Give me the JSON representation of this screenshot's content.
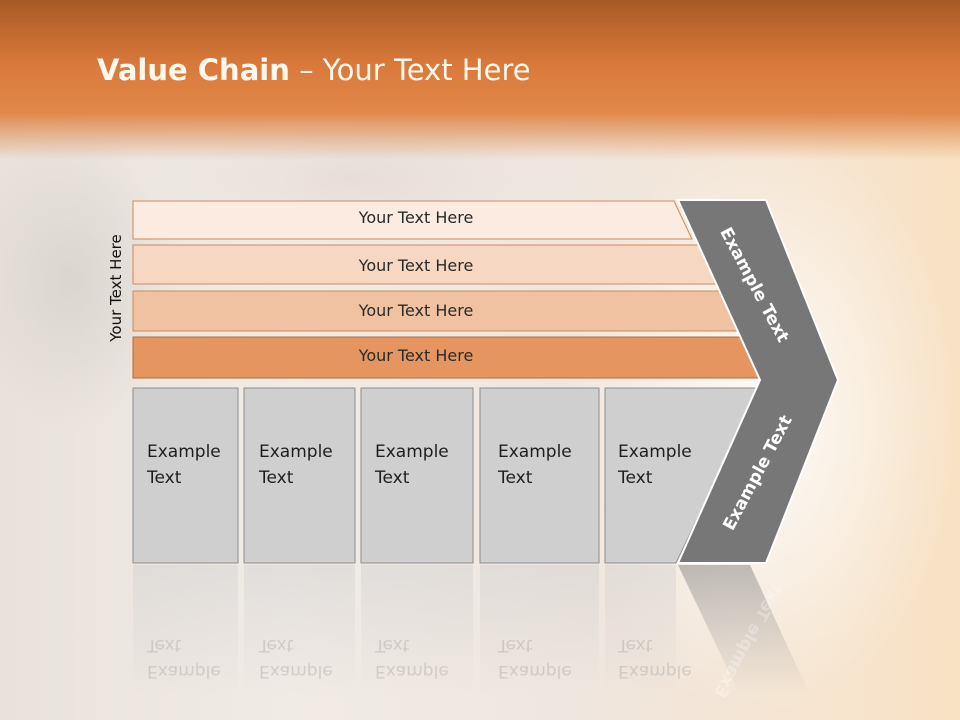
{
  "slide": {
    "title_bold": "Value Chain",
    "title_rest": " – Your Text Here",
    "vertical_label": "Your Text Here"
  },
  "bars": [
    {
      "label": "Your Text Here"
    },
    {
      "label": "Your Text Here"
    },
    {
      "label": "Your Text Here"
    },
    {
      "label": "Your Text Here"
    }
  ],
  "cells": [
    {
      "line1": "Example",
      "line2": "Text"
    },
    {
      "line1": "Example",
      "line2": "Text"
    },
    {
      "line1": "Example",
      "line2": "Text"
    },
    {
      "line1": "Example",
      "line2": "Text"
    },
    {
      "line1": "Example",
      "line2": "Text"
    }
  ],
  "chevron": {
    "upper_label": "Example Text",
    "lower_label": "Example Text"
  },
  "colors": {
    "header": "#d9793a",
    "bar1": "#fbebe1",
    "bar2": "#f6d7c2",
    "bar3": "#f0c2a2",
    "bar4": "#e49560",
    "cell": "#cfcfcf",
    "chevron": "#777777"
  }
}
